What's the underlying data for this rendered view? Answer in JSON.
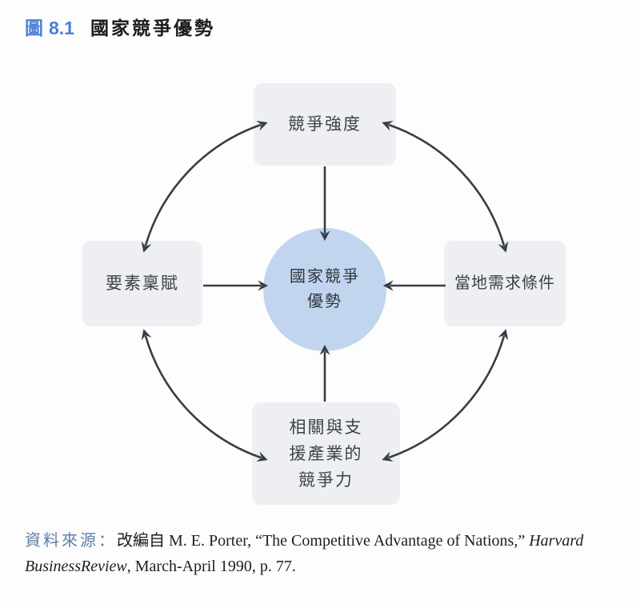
{
  "figure_header": {
    "figure_word": "圖",
    "figure_number": "8.1",
    "title": "國家競爭優勢"
  },
  "diagram": {
    "center": {
      "line1": "國家競爭",
      "line2": "優勢",
      "full_label": "國家競爭優勢"
    },
    "top_box": {
      "label": "競爭強度"
    },
    "left_box": {
      "label": "要素稟賦"
    },
    "right_box": {
      "label": "當地需求條件"
    },
    "bottom_box": {
      "line1": "相關與支",
      "line2": "援產業的",
      "line3": "競爭力",
      "full_label": "相關與支援產業的競爭力"
    },
    "connections": {
      "mutual_ring_arrows": [
        [
          "競爭強度",
          "要素稟賦"
        ],
        [
          "競爭強度",
          "當地需求條件"
        ],
        [
          "要素稟賦",
          "相關與支援產業的競爭力"
        ],
        [
          "當地需求條件",
          "相關與支援產業的競爭力"
        ]
      ],
      "arrows_into_center": [
        "競爭強度",
        "要素稟賦",
        "當地需求條件",
        "相關與支援產業的競爭力"
      ]
    }
  },
  "source": {
    "label": "資料來源：",
    "text_before_italic": "改編自 M. E. Porter, “The Competitive Advantage of Nations,” ",
    "italic_line1": "Harvard",
    "italic_line2": "BusinessReview",
    "text_after_italic": ", March-April 1990, p. 77."
  },
  "colors": {
    "header_blue": "#4a80d6",
    "source_label_blue": "#5e7ea6",
    "box_fill": "#edeff2",
    "circle_fill": "#c1d5ef",
    "arrow_color": "#393e45",
    "text_dark": "#1b1b1b",
    "box_text": "#3d4248",
    "background": "#fdfdfd"
  }
}
